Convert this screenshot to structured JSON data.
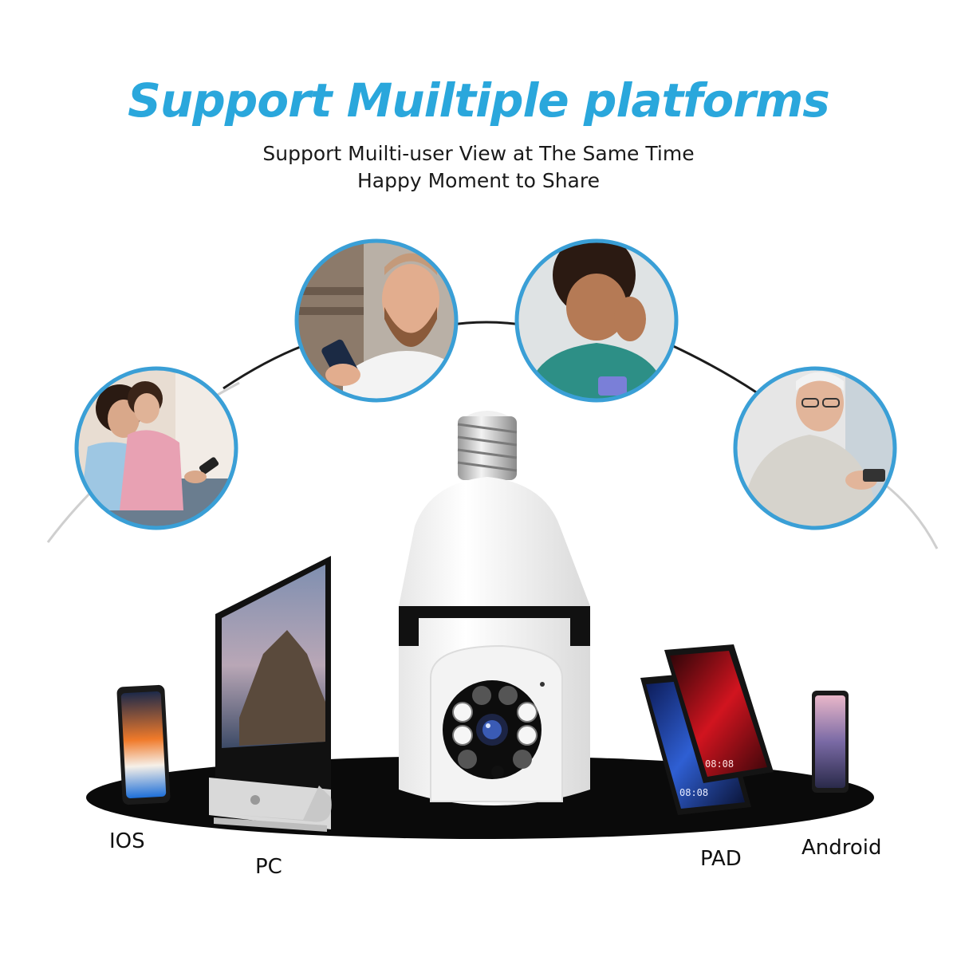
{
  "headline": "Support Muiltiple platforms",
  "subtitle_line1": "Support Muilti-user View at The Same Time",
  "subtitle_line2": "Happy Moment to Share",
  "devices": {
    "ios": "IOS",
    "pc": "PC",
    "pad": "PAD",
    "android": "Android"
  },
  "tablet_clock": "08:08",
  "colors": {
    "accent": "#2aa7dc",
    "ring": "#3a9fd6",
    "ellipse": "#0a0a0a"
  }
}
